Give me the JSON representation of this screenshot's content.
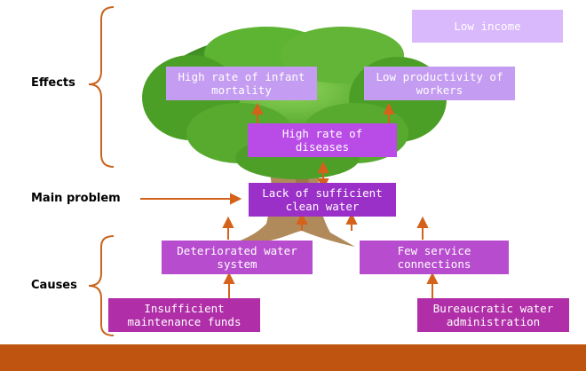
{
  "labels": {
    "effects": "Effects",
    "main_problem": "Main problem",
    "causes": "Causes"
  },
  "boxes": {
    "low_income": "Low income",
    "infant_mortality": "High rate of infant\nmortality",
    "low_productivity": "Low productivity of\nworkers",
    "diseases": "High rate of\ndiseases",
    "main_problem": "Lack of sufficient\nclean water",
    "deteriorated_system": "Deteriorated water\nsystem",
    "few_connections": "Few service\nconnections",
    "maintenance_funds": "Insufficient\nmaintenance funds",
    "bureaucratic_admin": "Bureaucratic water\nadministration"
  },
  "colors": {
    "bracket": "#c8641e",
    "arrow": "#d4621a",
    "ground": "#bf5410",
    "foliage": "#4aa028",
    "trunk": "#b08a5a"
  }
}
